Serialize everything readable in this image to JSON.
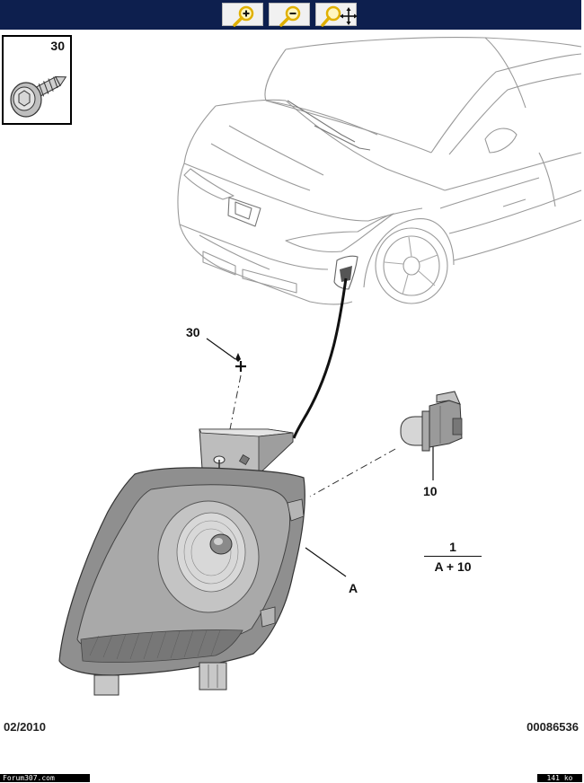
{
  "toolbar": {
    "buttons": [
      {
        "name": "zoom-in",
        "icon": "zoom-in-icon"
      },
      {
        "name": "zoom-out",
        "icon": "zoom-out-icon"
      },
      {
        "name": "zoom-pan",
        "icon": "zoom-pan-icon"
      }
    ],
    "background": "#0d1f4e",
    "button_color": "#f1f1f1",
    "icon_color": "#f0c400"
  },
  "inset": {
    "label": "30"
  },
  "callouts": {
    "screw": "30",
    "bulb": "10",
    "lamp": "A"
  },
  "formula": {
    "numerator": "1",
    "denominator": "A + 10"
  },
  "footer": {
    "date": "02/2010",
    "reference": "00086536"
  },
  "bottom_bar": {
    "site": "Forum307.com",
    "size": "141 ko"
  }
}
